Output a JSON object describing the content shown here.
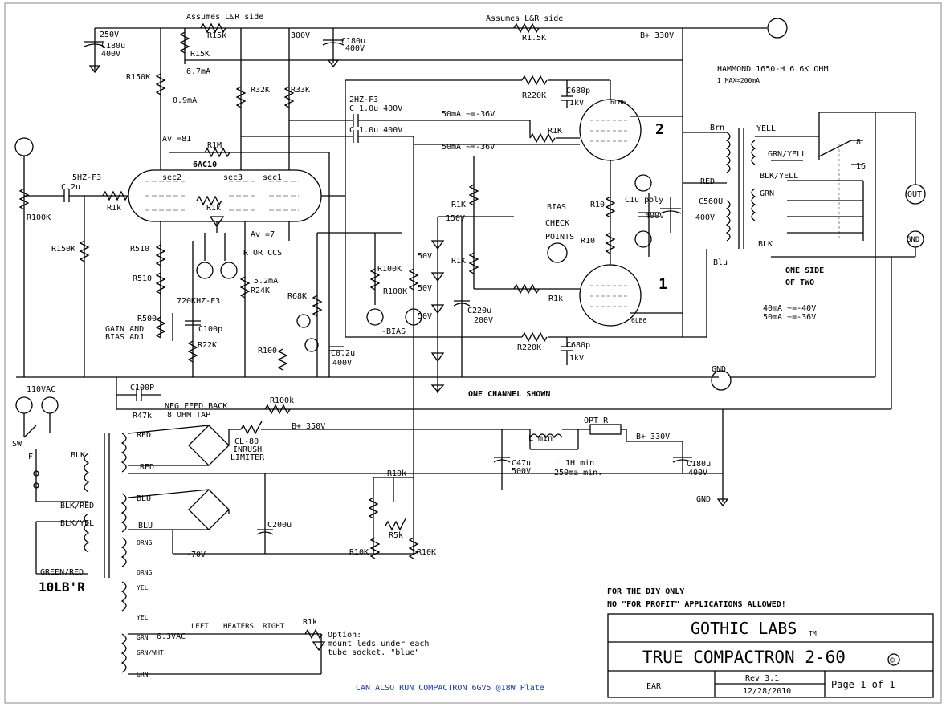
{
  "labels": {
    "assumes_lr_left": "Assumes L&R side",
    "assumes_lr_right": "Assumes L&R side",
    "r15k_top": "R15k",
    "r15k_2": "R15K",
    "ma_6_7": "6.7mA",
    "v250": "250V",
    "c180u_a": "C180u",
    "v400_a": "400V",
    "v300": "300V",
    "c180u_b": "C180u",
    "v400_b": "400V",
    "r1_5k": "R1.5K",
    "bplus330_top": "B+ 330V",
    "hammond": "HAMMOND 1650-H 6.6K OHM",
    "imax": "I MAX=200mA",
    "r150k_a": "R150K",
    "ma_0_9": "0.9mA",
    "r32k": "R32K",
    "r33k": "R33K",
    "r220k_top": "R220K",
    "c680p_top": "C680p",
    "kv1_top": "1kV",
    "hz2_f3": "2HZ-F3",
    "c1u_a": "C 1.0u 400V",
    "c1u_b": "C 1.0u 400V",
    "ma50_36_a": "50mA ~=-36V",
    "ma50_36_b": "50mA ~=-36V",
    "r1k_a": "R1K",
    "tube_6lb6_top": "6LB6",
    "tube_num_2": "2",
    "brn": "Brn",
    "yell": "YELL",
    "grn_yell": "GRN/YELL",
    "blk_yell": "BLK/YELL",
    "grn": "GRN",
    "blk": "BLK",
    "tap8": "8",
    "tap16": "16",
    "out": "OUT",
    "gnd_right": "GND",
    "av81": "Av =81",
    "r1m": "R1M",
    "tube_6ac10": "6AC10",
    "sec2": "sec2",
    "sec3": "sec3",
    "sec1": "sec1",
    "hz5_f3": "5HZ-F3",
    "c2u": "C.2u",
    "r1k_in": "R1k",
    "r100k": "R100K",
    "r1k_mid": "R1k",
    "av7": "Av =7",
    "r_or_ccs": "R OR CCS",
    "ma5_2": "5.2mA",
    "r24k": "R24K",
    "r68k": "R68K",
    "r150k_b": "R150K",
    "r510_a": "R510",
    "r510_b": "R510",
    "khz720": "720KHZ-F3",
    "c100p": "C100p",
    "r500": "R500",
    "gain_bias": "GAIN AND",
    "bias_adj": "BIAS ADJ",
    "r22k": "R22K",
    "r100_q": "R100",
    "c0_2u": "C0.2u",
    "v400_c": "400V",
    "r1k_tube": "R1k",
    "r10_a": "R10",
    "c1u_poly": "C1u poly",
    "v400_d": "400V",
    "c560u": "C560U",
    "v400_e": "400V",
    "red_pri": "RED",
    "blu_pri": "Blu",
    "bias": "BIAS",
    "check": "CHECK",
    "points": "POINTS",
    "r10_b": "R10",
    "v150": "150V",
    "r1k_bias": "R1K",
    "r100k_b1": "R100K",
    "r100k_b2": "R100K",
    "v50a": "50V",
    "v50b": "50V",
    "v50c": "50V",
    "neg_bias": "-BIAS",
    "r1k_b": "R1K",
    "c220u": "C220u",
    "v200": "200V",
    "tube_num_1": "1",
    "tube_6lb6_bot": "6LB6",
    "one_side": "ONE SIDE",
    "of_two": "OF TWO",
    "ma40": "40mA ~=-40V",
    "ma50": "50mA ~=-36V",
    "r220k_bot": "R220K",
    "c680p_bot": "C680p",
    "kv1_bot": "1kV",
    "gnd_mid": "GND",
    "one_channel": "ONE CHANNEL SHOWN",
    "vac110": "110VAC",
    "sw": "SW",
    "fuse": "F",
    "c100p_fb": "C100P",
    "r47k": "R47k",
    "neg_fb": "NEG FEED BACK",
    "ohm8": "8 OHM TAP",
    "r100k_fb": "R100k",
    "bplus350": "B+ 350V",
    "cl80": "CL-80",
    "inrush": "INRUSH",
    "limiter": "LIMITER",
    "optr": "OPT R",
    "l_min": "L   min",
    "bplus330_bot": "B+ 330V",
    "c47u": "C47u",
    "v500": "500V",
    "l1h": "L 1H min",
    "ma250": "250ma min.",
    "c180u_c": "C180u",
    "v400_f": "400V",
    "gnd_bot": "GND",
    "blk_sec": "BLK",
    "blk_red": "BLK/RED",
    "blk_yel": "BLK/YEL",
    "green_red": "GREEN/RED",
    "xfmr": "10LB'R",
    "red_a": "RED",
    "red_b": "RED",
    "blu_a": "BLU",
    "blu_b": "BLU",
    "orng_a": "ORNG",
    "orng_b": "ORNG",
    "yel_a": "YEL",
    "yel_b": "YEL",
    "grn_a": "GRN",
    "grn_wht": "GRN/WHT",
    "grn_b": "GRN",
    "vac6_3": "6.3VAC",
    "c200u": "C200u",
    "v70": "-70V",
    "r10k_pot": "R10k",
    "r5k": "R5k",
    "r10k_l": "R10K",
    "r10k_r": "R10K",
    "left": "LEFT",
    "heaters": "HEATERS",
    "right": "RIGHT",
    "r1k_led": "R1k",
    "option1": "Option:",
    "option2": "mount leds under each",
    "option3": "tube socket. \"blue\"",
    "also_run": "CAN ALSO RUN COMPACTRON 6GV5 @18W Plate",
    "diy1": "FOR THE DIY ONLY",
    "diy2": "NO \"FOR PROFIT\"  APPLICATIONS ALLOWED!"
  },
  "titleblock": {
    "company": "GOTHIC LABS",
    "tm": "TM",
    "product": "TRUE COMPACTRON 2-60",
    "copyright": "©",
    "ear": "EAR",
    "rev": "Rev 3.1",
    "date": "12/28/2010",
    "page": "Page 1 of 1"
  }
}
